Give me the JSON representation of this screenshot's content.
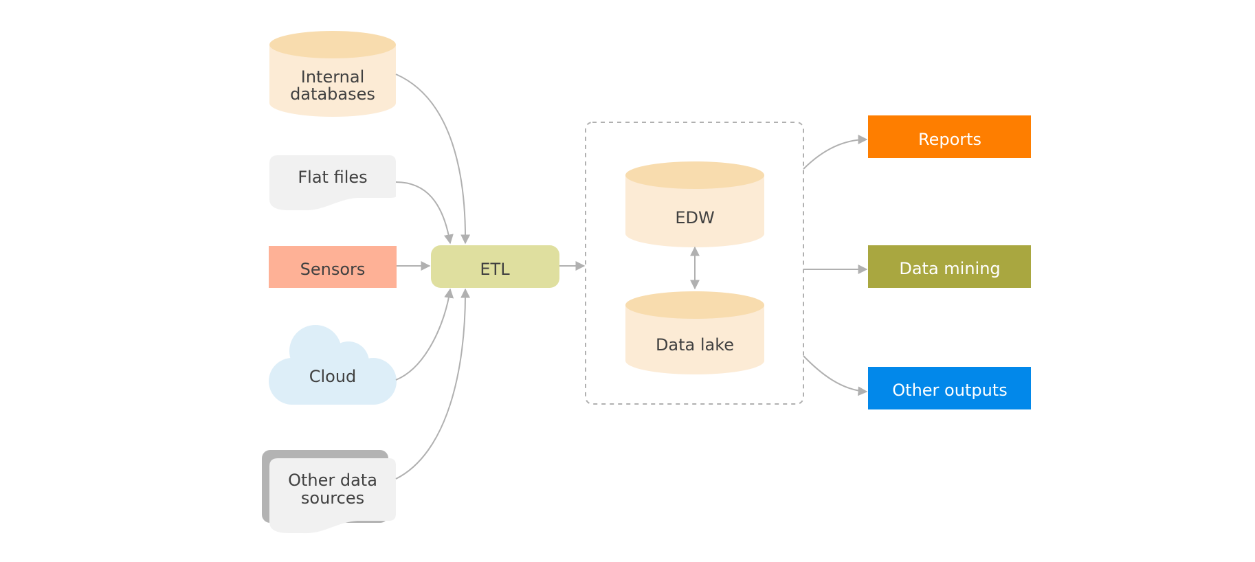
{
  "sources": {
    "internal_databases": {
      "line1": "Internal",
      "line2": "databases"
    },
    "flat_files": {
      "label": "Flat files"
    },
    "sensors": {
      "label": "Sensors"
    },
    "cloud": {
      "label": "Cloud"
    },
    "other_data_sources": {
      "line1": "Other data",
      "line2": "sources"
    }
  },
  "etl": {
    "label": "ETL"
  },
  "storage": {
    "edw": {
      "label": "EDW"
    },
    "data_lake": {
      "label": "Data lake"
    }
  },
  "outputs": {
    "reports": {
      "label": "Reports"
    },
    "data_mining": {
      "label": "Data mining"
    },
    "other_outputs": {
      "label": "Other outputs"
    }
  },
  "colors": {
    "cylinder_top": "#f8dcae",
    "cylinder_body": "#fcebd5",
    "document": "#f1f1f1",
    "document_shadow": "#b3b3b3",
    "sensors": "#feb196",
    "cloud": "#ddeef8",
    "etl": "#dfdf9f",
    "reports": "#fe7e00",
    "data_mining": "#a9a740",
    "other_outputs": "#0288ea",
    "connector": "#b0b0b0"
  }
}
